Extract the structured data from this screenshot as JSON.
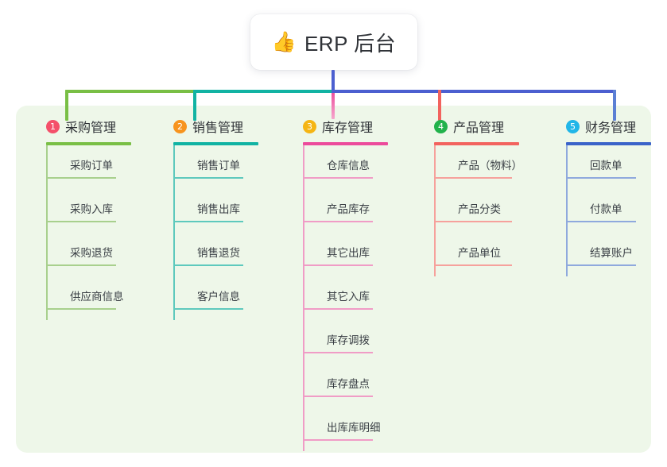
{
  "root": {
    "emoji": "👍",
    "emoji_name": "thumbs-up-icon",
    "title": "ERP 后台"
  },
  "theme": {
    "panel_bg": "#eef7e9",
    "page_bg": "#ffffff",
    "stem_color": "#4c5fd0",
    "stem_lower_color": "#ec4b9b"
  },
  "columns": [
    {
      "index": "1",
      "title": "采购管理",
      "badge_color": "#f4506a",
      "rule_color": "#79bf45",
      "line_color": "#a8d08d",
      "items": [
        "采购订单",
        "采购入库",
        "采购退货",
        "供应商信息"
      ]
    },
    {
      "index": "2",
      "title": "销售管理",
      "badge_color": "#f7941e",
      "rule_color": "#11b3a3",
      "line_color": "#5ec9bd",
      "items": [
        "销售订单",
        "销售出库",
        "销售退货",
        "客户信息"
      ]
    },
    {
      "index": "3",
      "title": "库存管理",
      "badge_color": "#f5b514",
      "rule_color": "#ec4b9b",
      "line_color": "#f09cc6",
      "items": [
        "仓库信息",
        "产品库存",
        "其它出库",
        "其它入库",
        "库存调拨",
        "库存盘点",
        "出库库明细"
      ]
    },
    {
      "index": "4",
      "title": "产品管理",
      "badge_color": "#21b24b",
      "rule_color": "#f2635e",
      "line_color": "#f6a19c",
      "items": [
        "产品（物料）",
        "产品分类",
        "产品单位"
      ]
    },
    {
      "index": "5",
      "title": "财务管理",
      "badge_color": "#21b6e8",
      "rule_color": "#3a63c9",
      "line_color": "#8fa9dd",
      "items": [
        "回款单",
        "付款单",
        "结算账户"
      ]
    }
  ]
}
